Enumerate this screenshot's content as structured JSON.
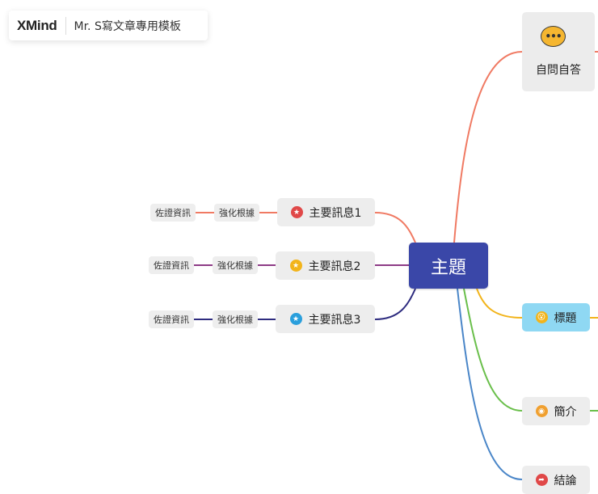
{
  "toolbar": {
    "logo": "XMind",
    "doc_title": "Mr. S寫文章專用模板"
  },
  "central": {
    "label": "主題",
    "color": "#3a47a8"
  },
  "left_branches": [
    {
      "main": "主要訊息1",
      "marker": "star",
      "marker_color": "#e04848",
      "child": "強化根據",
      "grandchild": "佐證資訊",
      "line_color": "#f07a63"
    },
    {
      "main": "主要訊息2",
      "marker": "star",
      "marker_color": "#f2b41b",
      "child": "強化根據",
      "grandchild": "佐證資訊",
      "line_color": "#8e3b86"
    },
    {
      "main": "主要訊息3",
      "marker": "star",
      "marker_color": "#2a9fdc",
      "child": "強化根據",
      "grandchild": "佐證資訊",
      "line_color": "#2e2c7f"
    }
  ],
  "right_branches": [
    {
      "label": "自問自答",
      "icon": "speech-bubbles-icon",
      "icon_text": "•••",
      "line_color": "#f07a63"
    },
    {
      "label": "標題",
      "icon": "surprised-face-icon",
      "icon_glyph": "😮",
      "line_color": "#f2b41b",
      "highlight": "#8fd8f3"
    },
    {
      "label": "簡介",
      "icon": "rss-icon",
      "icon_glyph": "◉",
      "icon_color": "#f0a030",
      "line_color": "#6abf4b"
    },
    {
      "label": "結論",
      "icon": "redirect-arrow-icon",
      "icon_glyph": "➦",
      "icon_color": "#e04848",
      "line_color": "#4a86c8"
    }
  ]
}
